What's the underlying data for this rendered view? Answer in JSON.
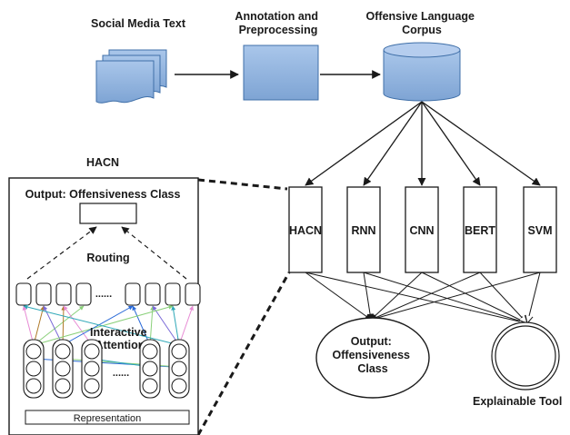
{
  "colors": {
    "box_fill": "#8fb3de",
    "box_stroke": "#3f6fa8",
    "stroke": "#1a1a1a",
    "arrow_colors": [
      "#e78ad4",
      "#b07a2a",
      "#7a6ad8",
      "#8ad07a",
      "#2a6ad8",
      "#30a8b8"
    ]
  },
  "pipeline": {
    "social_media_label": "Social Media Text",
    "annotation_label": "Annotation and\nPreprocessing",
    "corpus_label": "Offensive Language\nCorpus"
  },
  "models": [
    "HACN",
    "RNN",
    "CNN",
    "BERT",
    "SVM"
  ],
  "output_label": "Output:\nOffensiveness\nClass",
  "explainable_label": "Explainable Tool",
  "hacn_panel": {
    "title": "HACN",
    "output_label": "Output: Offensiveness Class",
    "routing_label": "Routing",
    "attention_label": "Interactive\nAttention",
    "representation_label": "Representation",
    "ellipsis_label": "......"
  }
}
